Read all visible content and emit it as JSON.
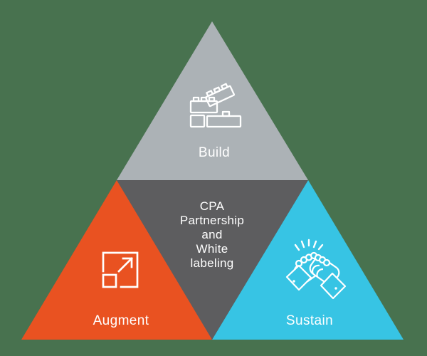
{
  "diagram": {
    "background_color": "#48724F",
    "text_color": "#FFFFFF",
    "icon_stroke_color": "#FFFFFF",
    "sections": {
      "build": {
        "label": "Build",
        "color": "#ACB2B6",
        "icon": "building-blocks-icon"
      },
      "augment": {
        "label": "Augment",
        "color": "#E95221",
        "icon": "expand-arrow-icon"
      },
      "sustain": {
        "label": "Sustain",
        "color": "#37C4E4",
        "icon": "handshake-icon"
      },
      "center": {
        "color": "#5D5D5F",
        "lines": [
          "CPA",
          "Partnership",
          "and",
          "White",
          "labeling"
        ]
      }
    }
  }
}
